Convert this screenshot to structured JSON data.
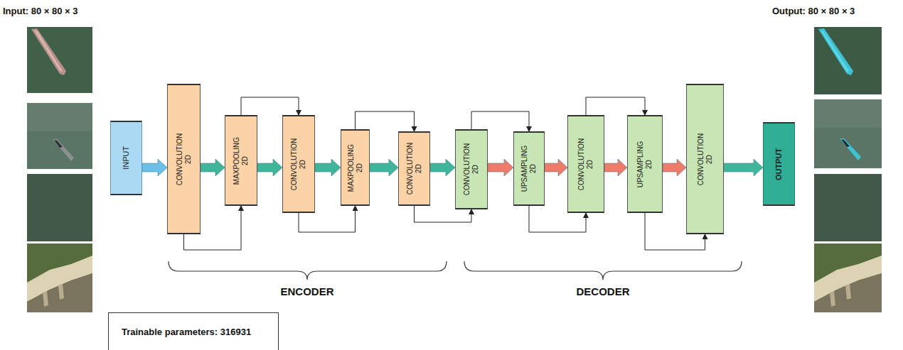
{
  "diagram": {
    "nodes": [
      {
        "text": [
          "INPUT"
        ]
      },
      {
        "text": [
          "CONVOLUTION 2D"
        ]
      },
      {
        "text": [
          "MAXPOOLING 2D"
        ]
      },
      {
        "text": [
          "CONVOLUTION 2D"
        ]
      },
      {
        "text": [
          "MAXPOOLING 2D"
        ]
      },
      {
        "text": [
          "CONVOLUTION 2D"
        ]
      },
      {
        "text": [
          "CONVOLUTION 2D"
        ]
      },
      {
        "text": [
          "UPSAMPLING 2D"
        ]
      },
      {
        "text": [
          "CONVOLUTION 2D"
        ]
      },
      {
        "text": [
          "UPSAMPLING 2D"
        ]
      },
      {
        "text": [
          "CONVOLUTION 2D"
        ]
      },
      {
        "text": [
          "OUTPUT"
        ]
      },
      {
        "text": [
          "Trainable parameters: 316931"
        ]
      }
    ],
    "edges": [
      {
        "from": 0,
        "to": 1,
        "arrow": "to"
      },
      {
        "from": 1,
        "to": 2,
        "arrow": "to"
      },
      {
        "from": 2,
        "to": 3,
        "arrow": "to"
      },
      {
        "from": 3,
        "to": 4,
        "arrow": "to"
      },
      {
        "from": 4,
        "to": 5,
        "arrow": "to"
      },
      {
        "from": 5,
        "to": 6,
        "arrow": "to"
      },
      {
        "from": 6,
        "to": 7,
        "arrow": "to"
      },
      {
        "from": 7,
        "to": 8,
        "arrow": "to"
      },
      {
        "from": 8,
        "to": 9,
        "arrow": "to"
      },
      {
        "from": 9,
        "to": 10,
        "arrow": "to"
      },
      {
        "from": 10,
        "to": 11,
        "arrow": "to"
      },
      {
        "from": 1,
        "to": 2,
        "arrow": "to"
      },
      {
        "from": 2,
        "to": 3,
        "arrow": "to"
      },
      {
        "from": 3,
        "to": 4,
        "arrow": "to"
      },
      {
        "from": 4,
        "to": 5,
        "arrow": "to"
      },
      {
        "from": 5,
        "to": 6,
        "arrow": "to"
      },
      {
        "from": 6,
        "to": 7,
        "arrow": "to"
      },
      {
        "from": 7,
        "to": 8,
        "arrow": "to"
      },
      {
        "from": 8,
        "to": 9,
        "arrow": "to"
      },
      {
        "from": 9,
        "to": 10,
        "arrow": "to"
      }
    ],
    "labels": [
      "Input: 80 × 80 × 3",
      "Output: 80 × 80 × 3",
      "ENCODER",
      "DECODER"
    ]
  }
}
